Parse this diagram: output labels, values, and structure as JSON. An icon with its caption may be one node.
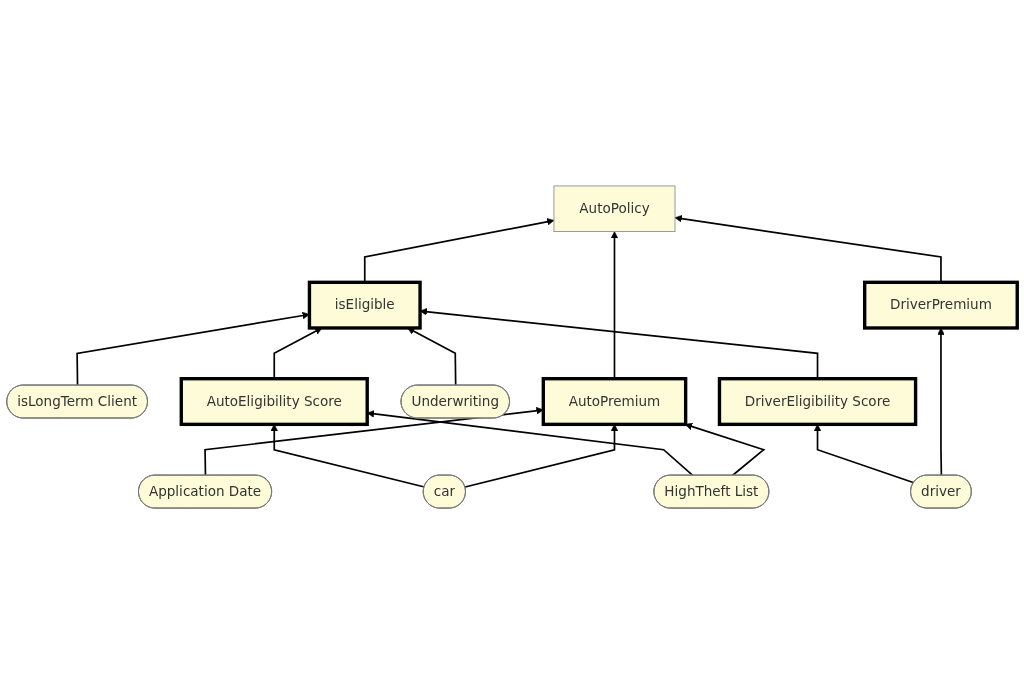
{
  "diagram": {
    "nodes": [
      {
        "text": [
          "AutoPolicy"
        ]
      },
      {
        "text": [
          "isLongTerm Client"
        ]
      },
      {
        "text": [
          "isEligible"
        ]
      },
      {
        "text": [
          "DriverPremium"
        ]
      },
      {
        "text": [
          "AutoPremium"
        ]
      },
      {
        "text": [
          "Application Date"
        ]
      },
      {
        "text": [
          "Underwriting"
        ]
      },
      {
        "text": [
          "DriverEligibility Score"
        ]
      },
      {
        "text": [
          "AutoEligibility Score"
        ]
      },
      {
        "text": [
          "HighTheft List"
        ]
      },
      {
        "text": [
          "driver"
        ]
      },
      {
        "text": [
          "car"
        ]
      }
    ],
    "edges": [
      {
        "from": 2,
        "to": 0,
        "arrow": "to"
      },
      {
        "from": 3,
        "to": 0,
        "arrow": "to"
      },
      {
        "from": 4,
        "to": 0,
        "arrow": "to"
      },
      {
        "from": 1,
        "to": 2,
        "arrow": "to"
      },
      {
        "from": 6,
        "to": 2,
        "arrow": "to"
      },
      {
        "from": 7,
        "to": 2,
        "arrow": "to"
      },
      {
        "from": 8,
        "to": 2,
        "arrow": "to"
      },
      {
        "from": 10,
        "to": 3,
        "arrow": "to"
      },
      {
        "from": 5,
        "to": 4,
        "arrow": "to"
      },
      {
        "from": 11,
        "to": 4,
        "arrow": "to"
      },
      {
        "from": 9,
        "to": 4,
        "arrow": "to"
      },
      {
        "from": 9,
        "to": 8,
        "arrow": "to"
      },
      {
        "from": 10,
        "to": 7,
        "arrow": "to"
      },
      {
        "from": 11,
        "to": 8,
        "arrow": "to"
      }
    ]
  }
}
